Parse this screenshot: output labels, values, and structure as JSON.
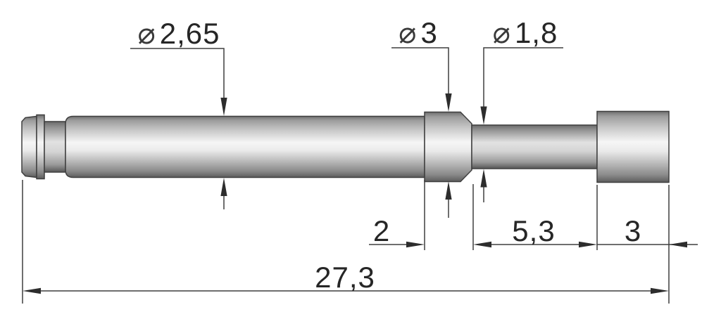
{
  "drawing": {
    "part": "cylindrical-probe-pin",
    "dimensions": {
      "diameters": [
        {
          "id": "barrel",
          "symbol": "⌀",
          "value": "2,65"
        },
        {
          "id": "collar",
          "symbol": "⌀",
          "value": "3"
        },
        {
          "id": "thin-shaft",
          "symbol": "⌀",
          "value": "1,8"
        }
      ],
      "lengths": [
        {
          "id": "collar-width",
          "value": "2"
        },
        {
          "id": "shaft-length",
          "value": "5,3"
        },
        {
          "id": "head-length",
          "value": "3"
        },
        {
          "id": "overall-length",
          "value": "27,3"
        }
      ]
    },
    "colors": {
      "background": "#ffffff",
      "line": "#3f3f3f",
      "arrow_fill": "#2d2d2d",
      "text": "#262626",
      "metal_highlight": "#f6f6f6",
      "metal_shadow": "#5f5f5f",
      "outline": "#3f3f3f"
    }
  }
}
